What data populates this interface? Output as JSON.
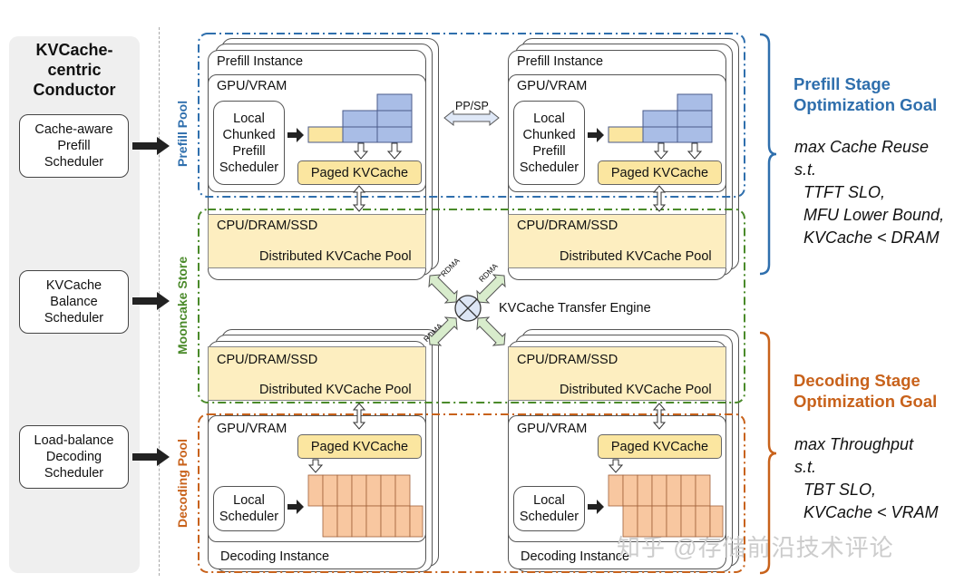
{
  "conductor": {
    "title": "KVCache-\ncentric\nConductor",
    "schedulers": [
      "Cache-aware\nPrefill\nScheduler",
      "KVCache\nBalance\nScheduler",
      "Load-balance\nDecoding\nScheduler"
    ]
  },
  "pools": {
    "prefill": "Prefill Pool",
    "store": "Mooncake Store",
    "decoding": "Decoding Pool"
  },
  "prefill_instance": {
    "title": "Prefill Instance",
    "gpu": "GPU/VRAM",
    "scheduler": "Local\nChunked\nPrefill\nScheduler",
    "paged": "Paged KVCache"
  },
  "decoding_instance": {
    "title": "Decoding Instance",
    "gpu": "GPU/VRAM",
    "scheduler": "Local\nScheduler",
    "paged": "Paged KVCache"
  },
  "store_box": {
    "tier": "CPU/DRAM/SSD",
    "pool": "Distributed KVCache Pool"
  },
  "links": {
    "ppsp": "PP/SP",
    "rdma": "RDMA",
    "engine": "KVCache Transfer Engine"
  },
  "goals": {
    "prefill_title": "Prefill Stage\nOptimization Goal",
    "prefill_text": "max Cache Reuse\ns.t.\n  TTFT SLO,\n  MFU Lower Bound,\n  KVCache < DRAM",
    "decoding_title": "Decoding Stage\nOptimization Goal",
    "decoding_text": "max Throughput\ns.t.\n  TBT SLO,\n  KVCache < VRAM"
  },
  "watermark": "知乎 @存储前沿技术评论",
  "colors": {
    "prefill_blue": "#2f6fad",
    "store_green": "#4a8a2a",
    "decoding_orange": "#c8621b",
    "block_blue": "#a9bde6",
    "block_orange": "#f8c7a0",
    "paged_yellow": "#fbe6a0"
  }
}
